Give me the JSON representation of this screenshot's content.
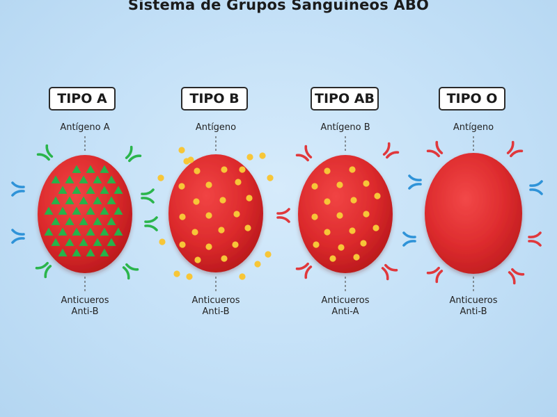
{
  "title": "Sistema de Grupos Sanguíneos ABO",
  "colors": {
    "cell": "#d8282a",
    "antigen_a": "#27b34a",
    "antigen_b": "#f7c638",
    "antibody_anti_a": "#2f93d8",
    "antibody_anti_b": "#e0383c",
    "antibody_green": "#2bb54c"
  },
  "types": [
    {
      "label": "TIPO A",
      "antigen": "Antígeno A",
      "antibody_line1": "Anticueros",
      "antibody_line2": "Anti-B",
      "antigen_shape": "triangle"
    },
    {
      "label": "TIPO B",
      "antigen": "Antígeno",
      "antibody_line1": "Anticueros",
      "antibody_line2": "Anti-B",
      "antigen_shape": "dot"
    },
    {
      "label": "TIPO AB",
      "antigen": "Antígeno B",
      "antibody_line1": "Anticueros",
      "antibody_line2": "Anti-A",
      "antigen_shape": "dot"
    },
    {
      "label": "TIPO O",
      "antigen": "Antígeno",
      "antibody_line1": "Anticueros",
      "antibody_line2": "Anti-B",
      "antigen_shape": "none"
    }
  ]
}
